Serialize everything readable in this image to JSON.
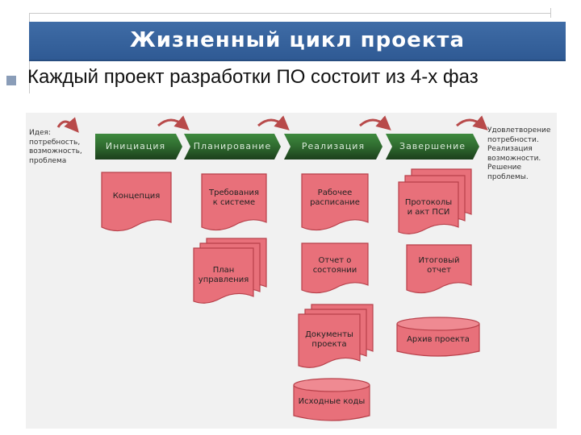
{
  "slide": {
    "title": "Жизненный цикл проекта",
    "subtitle": "Каждый проект разработки ПО состоит из 4-х фаз"
  },
  "diagram": {
    "left_note": "Идея:\nпотребность,\nвозможность,\nпроблема",
    "right_note": "Удовлетворение\nпотребности.\nРеализация\nвозможности.\nРешение\nпроблемы.",
    "phases": [
      {
        "label": "Инициация"
      },
      {
        "label": "Планирование"
      },
      {
        "label": "Реализация"
      },
      {
        "label": "Завершение"
      }
    ],
    "artifacts": {
      "concept": "Концепция",
      "requirements": "Требования\nк системе",
      "plan": "План\nуправления",
      "schedule": "Рабочее\nрасписание",
      "status_report": "Отчет о\nсостоянии",
      "project_docs": "Документы\nпроекта",
      "source_code": "Исходные коды",
      "protocols": "Протоколы\nи акт ПСИ",
      "final_report": "Итоговый\nотчет",
      "archive": "Архив проекта"
    },
    "colors": {
      "phase_fill": "#2f6a2f",
      "doc_fill": "#e8707a",
      "doc_stroke": "#b8404a",
      "arrow": "#b84a4a"
    }
  }
}
